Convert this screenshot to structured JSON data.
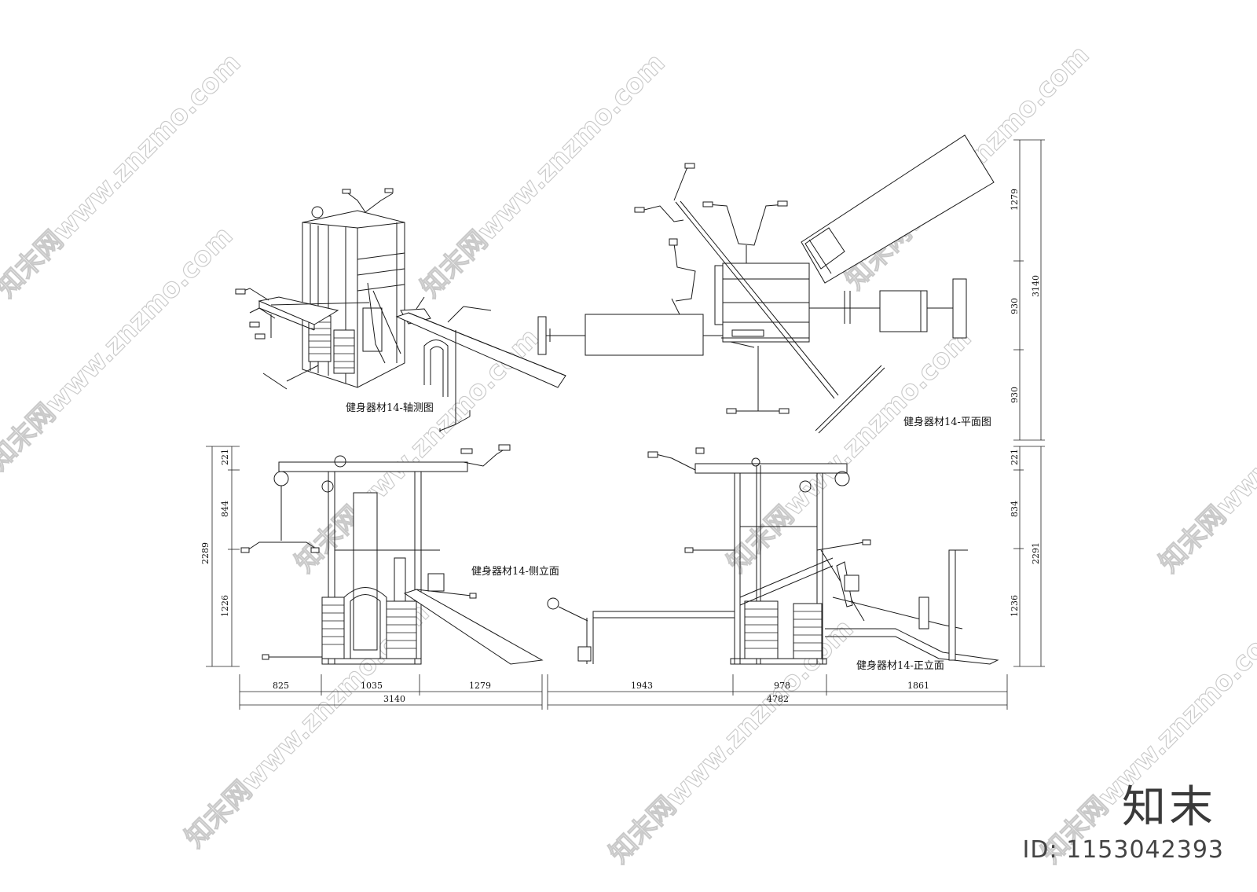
{
  "watermark": {
    "text": "知末网www.znzmo.com"
  },
  "brand": {
    "logo_text": "知末",
    "id_label": "ID: 1153042393"
  },
  "views": {
    "axonometric": {
      "title": "健身器材14-轴测图"
    },
    "plan": {
      "title": "健身器材14-平面图"
    },
    "side": {
      "title": "健身器材14-侧立面"
    },
    "front": {
      "title": "健身器材14-正立面"
    }
  },
  "dimensions": {
    "plan_right": [
      "1279",
      "930",
      "930"
    ],
    "plan_total": "3140",
    "side_left": [
      "221",
      "844",
      "1226"
    ],
    "side_total": "2289",
    "front_right": [
      "221",
      "834",
      "1236"
    ],
    "front_total": "2291",
    "side_bottom": [
      "825",
      "1035",
      "1279"
    ],
    "side_bottom_total": "3140",
    "front_bottom": [
      "1943",
      "978",
      "1861"
    ],
    "front_bottom_total": "4782"
  }
}
